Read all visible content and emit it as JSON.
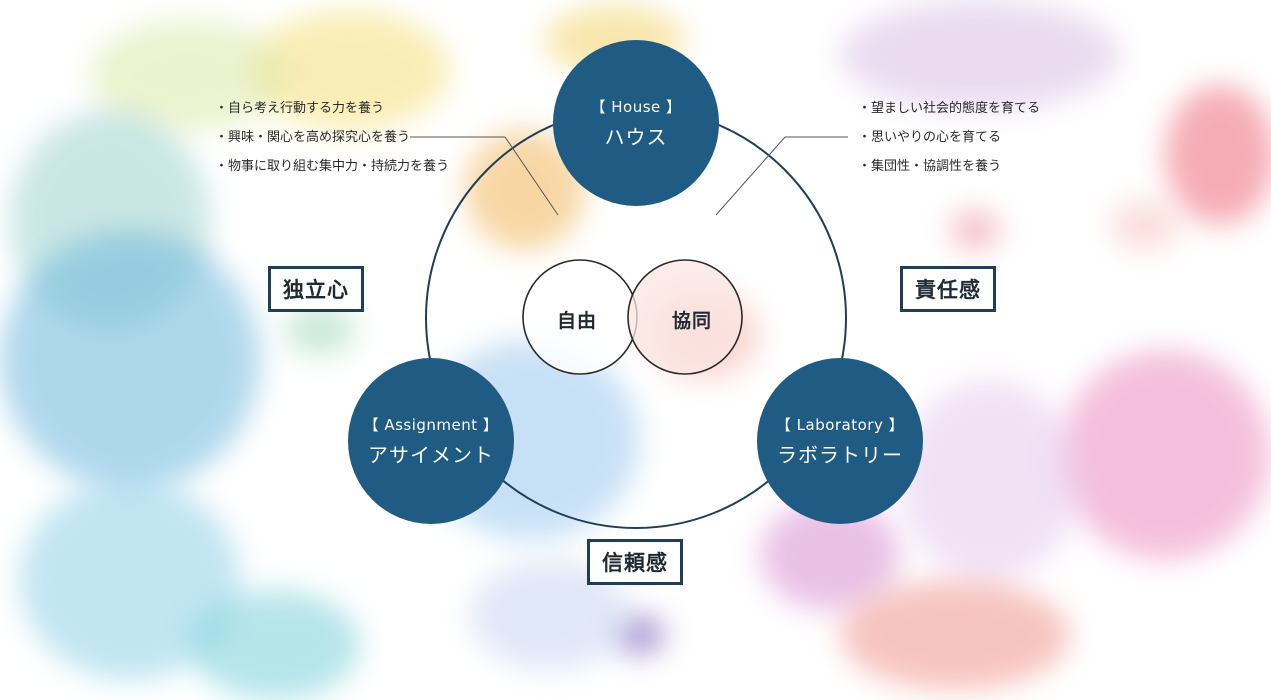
{
  "nodes": {
    "house": {
      "en": "【 House 】",
      "jp": "ハウス"
    },
    "assignment": {
      "en": "【 Assignment 】",
      "jp": "アサイメント"
    },
    "laboratory": {
      "en": "【 Laboratory 】",
      "jp": "ラボラトリー"
    }
  },
  "venn": {
    "left": "自由",
    "right": "協同"
  },
  "labels": {
    "independence": "独立心",
    "responsibility": "責任感",
    "trust": "信頼感"
  },
  "bullets_left": [
    "・自ら考え行動する力を養う",
    "・興味・関心を高め探究心を養う",
    "・物事に取り組む集中力・持続力を養う"
  ],
  "bullets_right": [
    "・望ましい社会的態度を育てる",
    "・思いやりの心を育てる",
    "・集団性・協調性を養う"
  ],
  "colors": {
    "node_fill": "#1f5b82",
    "ring_stroke": "#1f3e5a",
    "box_border": "#1f3e5a"
  }
}
